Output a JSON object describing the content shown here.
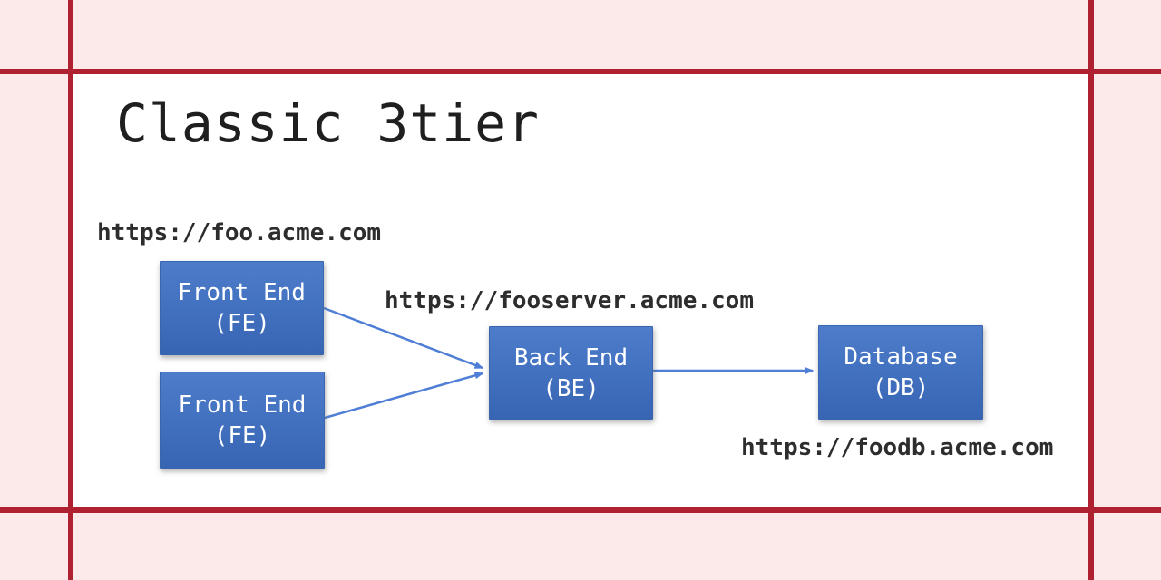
{
  "frame": {
    "background_color": "#FCEAEA",
    "grid_line_color": "#AF2131",
    "panel_color": "#FFFFFF"
  },
  "diagram": {
    "title": "Classic 3tier",
    "urls": {
      "frontend": "https://foo.acme.com",
      "backend": "https://fooserver.acme.com",
      "database": "https://foodb.acme.com"
    },
    "nodes": [
      {
        "id": "frontend-1",
        "line1": "Front End",
        "line2": "(FE)"
      },
      {
        "id": "frontend-2",
        "line1": "Front End",
        "line2": "(FE)"
      },
      {
        "id": "backend",
        "line1": "Back End",
        "line2": "(BE)"
      },
      {
        "id": "database",
        "line1": "Database",
        "line2": "(DB)"
      }
    ],
    "edges": [
      {
        "from": "frontend-1",
        "to": "backend"
      },
      {
        "from": "frontend-2",
        "to": "backend"
      },
      {
        "from": "backend",
        "to": "database"
      }
    ],
    "colors": {
      "node_fill_top": "#4E7CCA",
      "node_fill_bottom": "#3765B3",
      "node_border": "#3A66AE",
      "arrow": "#4F7ED6",
      "node_text": "#FFFFFF",
      "title_text": "#1F1F1F",
      "url_text": "#2D2D2D"
    }
  }
}
